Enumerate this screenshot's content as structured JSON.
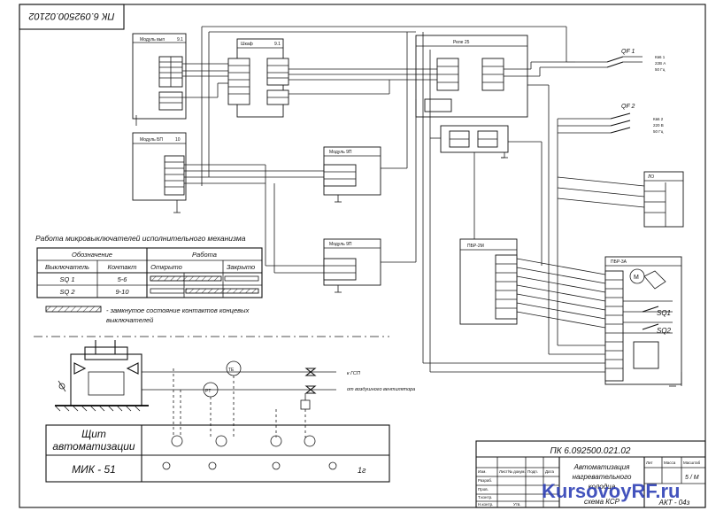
{
  "stamp": {
    "code_rotated": "ПК 6.092500.02102",
    "code": "ПК 6.092500.021.02",
    "title_lines": [
      "Автоматизация",
      "нагревательного",
      "колодца"
    ],
    "subtitle": "схема КСР",
    "sheet": "5 / М",
    "roles": [
      "Изм.",
      "Лист",
      "№ докум.",
      "Подп.",
      "Дата",
      "Разраб.",
      "Пров.",
      "Т.контр.",
      "Н.контр.",
      "Утв."
    ],
    "header_small": [
      "Лит",
      "Масса",
      "Масштаб"
    ],
    "group": "АКТ - 04з",
    "watermark": "KursovoyRF.ru"
  },
  "table": {
    "title": "Работа микровыключателей исполнительного механизма",
    "header": {
      "designation": "Обозначение",
      "work": "Работа",
      "switch": "Выключатель",
      "contact": "Контакт",
      "open": "Открыто",
      "closed": "Закрыто"
    },
    "rows": [
      {
        "switch": "SQ 1",
        "contact": "5-6"
      },
      {
        "switch": "SQ 2",
        "contact": "9-10"
      }
    ],
    "legend_line1": "- замкнутое состояние контактов концевых",
    "legend_line2": "выключателей"
  },
  "panel": {
    "title_line1": "Щит",
    "title_line2": "автоматизации",
    "model": "МИК - 51",
    "mark": "1г"
  },
  "blocks": {
    "b1": "Модуль вып",
    "b1_no": "9.1",
    "b2": "Шкаф",
    "b2_no": "9.1",
    "b3": "Модуль БП",
    "b3_no": "10",
    "b4": "Реле 25",
    "b5": "Модуль 9П",
    "b6": "Модуль 9П",
    "b7": "ПБР-2М",
    "b8": "ЛО",
    "b9": "ПБР-3А"
  },
  "breakers": {
    "qf1": "QF 1",
    "qf1_note": [
      "Кв6 1",
      "22В А",
      "50 Гц"
    ],
    "qf2": "QF 2",
    "qf2_note": [
      "Кв6 2",
      "220 В",
      "50 Гц"
    ]
  },
  "process": {
    "line1_label": "к ГСП",
    "line2_label": "от воздушного вентилятора",
    "sensor_a": "TE",
    "sensor_b": "PT"
  },
  "sq": [
    "SQ1",
    "SQ2"
  ]
}
